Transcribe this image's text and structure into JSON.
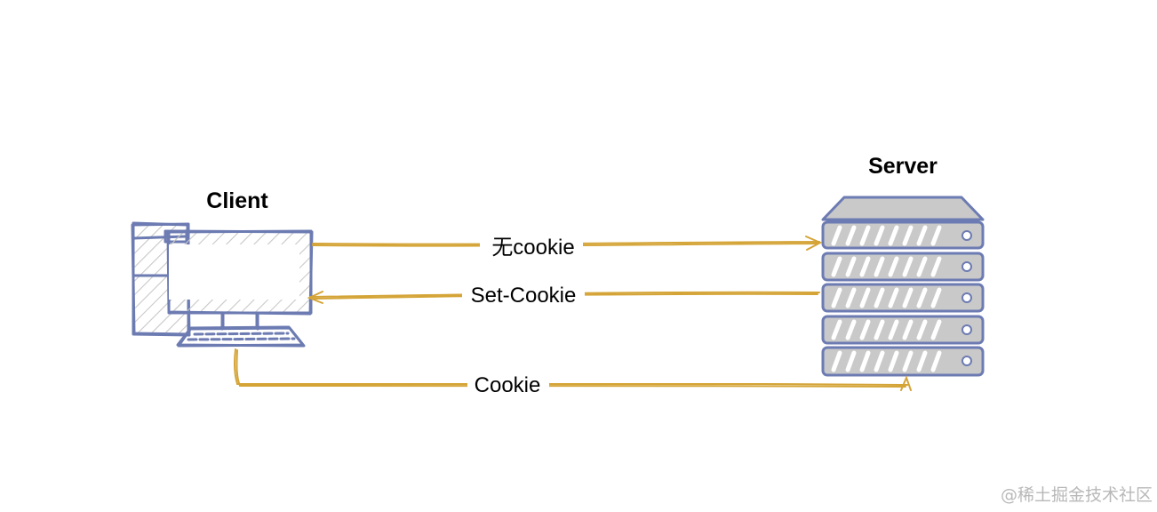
{
  "nodes": {
    "client": {
      "label": "Client"
    },
    "server": {
      "label": "Server"
    }
  },
  "edges": [
    {
      "id": "request-no-cookie",
      "label": "无cookie",
      "from": "client",
      "to": "server"
    },
    {
      "id": "response-set-cookie",
      "label": "Set-Cookie",
      "from": "server",
      "to": "client"
    },
    {
      "id": "request-with-cookie",
      "label": "Cookie",
      "from": "client",
      "to": "server"
    }
  ],
  "watermark": "@稀土掘金技术社区",
  "colors": {
    "stroke": "#6c7bb2",
    "hatch": "#c8c8c8",
    "server_fill": "#c9c9c9",
    "arrow": "#d4a437",
    "background": "#ffffff"
  },
  "icons": {
    "client": "desktop-computer-icon",
    "server": "server-rack-icon"
  }
}
